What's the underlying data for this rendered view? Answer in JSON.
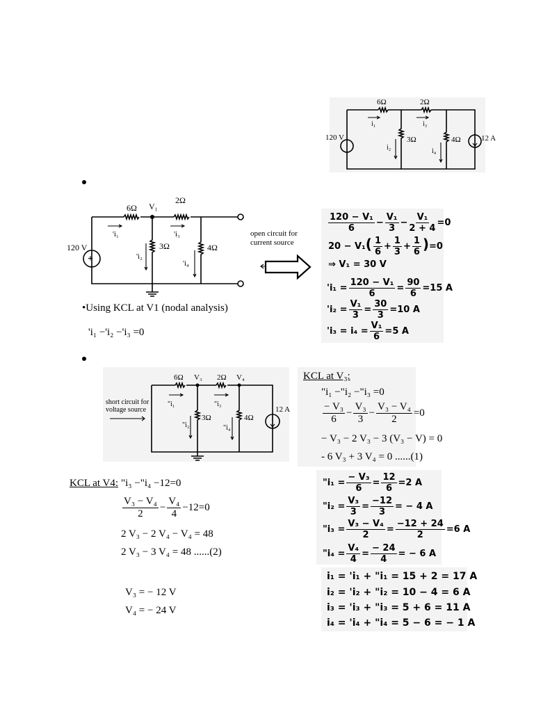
{
  "top_circuit": {
    "r1": "6Ω",
    "r2": "2Ω",
    "r3": "3Ω",
    "r4": "4Ω",
    "vsrc": "120 V",
    "isrc": "12 A",
    "i1": "i₁",
    "i2": "i₂",
    "i3": "i₃",
    "i4": "i₄"
  },
  "circuit_a": {
    "r1": "6Ω",
    "r2": "2Ω",
    "r3": "3Ω",
    "r4": "4Ω",
    "node": "V₁",
    "vsrc": "120 V",
    "i1": "'i₁",
    "i2": "'i₂",
    "i3": "'i₃",
    "i4": "'i₄",
    "note": "open circuit for current source"
  },
  "kcl_v1": {
    "heading": "•Using KCL at V1 (nodal analysis)",
    "eq": "'i₁ −'i₂ −'i₃ =0"
  },
  "sol_a": {
    "e1_n1": "120 − V₁",
    "e1_d1": "6",
    "e1_m": "−",
    "e1_n2": "V₁",
    "e1_d2": "3",
    "e1_n3": "V₁",
    "e1_d3": "2 + 4",
    "e1_r": "=0",
    "e2_pre": "20 − V₁",
    "e2_post": "=0",
    "e3": "⇒   V₁ = 30 V",
    "e4_pre": "'i₁ =",
    "e4_n": "120 − V₁",
    "e4_d": "6",
    "e4_n2": "90",
    "e4_d2": "6",
    "e4_r": "=15 A",
    "e5_pre": "'i₂ =",
    "e5_n": "V₁",
    "e5_d": "3",
    "e5_n2": "30",
    "e5_d2": "3",
    "e5_r": "=10 A",
    "e6_pre": "'i₃ = i₄ =",
    "e6_n": "V₁",
    "e6_d": "6",
    "e6_r": "=5 A"
  },
  "circuit_b": {
    "r1": "6Ω",
    "r2": "2Ω",
    "r3": "3Ω",
    "r4": "4Ω",
    "node3": "V₃",
    "node4": "V₄",
    "isrc": "12 A",
    "i1": "\"i₁",
    "i2": "\"i₂",
    "i3": "\"i₃",
    "i4": "\"i₄",
    "note": "short circuit for voltage source"
  },
  "kcl_v3": {
    "heading": "KCL at V₃:",
    "e1": "\"i₁ −\"i₂ −\"i₃ =0",
    "e2_n1": "− V₃",
    "e2_d1": "6",
    "e2_n2": "V₃",
    "e2_d2": "3",
    "e2_n3": "V₃ − V₄",
    "e2_d3": "2",
    "e2_r": "=0",
    "e3": "− V₃ − 2 V₃ − 3 (V₃ − V) = 0",
    "e4": "- 6 V₃ + 3 V₄ = 0        ......(1)"
  },
  "kcl_v4": {
    "heading": "KCL at V4:",
    "e1": "\"i₃ −\"i₄ −12=0",
    "e2_n1": "V₃ − V₄",
    "e2_d1": "2",
    "e2_n2": "V₄",
    "e2_d2": "4",
    "e2_r": "−12=0",
    "e3": "2 V₃ − 2 V₄ − V₄ = 48",
    "e4": "2 V₃ − 3 V₄ = 48        ......(2)",
    "s1": "V₃ = − 12 V",
    "s2": "V₄ = − 24 V"
  },
  "sol_b": {
    "r1_pre": "\"i₁ =",
    "r1_n": "− V₃",
    "r1_d": "6",
    "r1_n2": "12",
    "r1_d2": "6",
    "r1_r": "=2 A",
    "r2_pre": "\"i₂ =",
    "r2_n": "V₃",
    "r2_d": "3",
    "r2_n2": "−12",
    "r2_d2": "3",
    "r2_r": "= − 4 A",
    "r3_pre": "\"i₃ =",
    "r3_n": "V₃ − V₄",
    "r3_d": "2",
    "r3_n2": "−12 + 24",
    "r3_d2": "2",
    "r3_r": "=6 A",
    "r4_pre": "\"i₄ =",
    "r4_n": "V₄",
    "r4_d": "4",
    "r4_n2": "− 24",
    "r4_d2": "4",
    "r4_r": "= − 6 A"
  },
  "totals": {
    "t1": "i₁ = 'i₁ + \"i₁ = 15 + 2 = 17 A",
    "t2": "i₂ = 'i₂ + \"i₂ = 10 − 4 = 6 A",
    "t3": "i₃ = 'i₃ + \"i₃ = 5 + 6 = 11 A",
    "t4": "i₄ = 'i₄ + \"i₄ = 5 − 6 = − 1 A"
  }
}
